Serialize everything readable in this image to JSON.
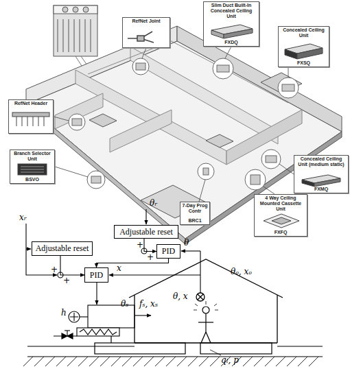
{
  "diagram": {
    "nodes": [
      {
        "text": [
          "RefNet Joint"
        ]
      },
      {
        "text": [
          "Slim Duct Built-In Concealed Ceiling Unit",
          "FXDQ"
        ]
      },
      {
        "text": [
          "Concealed Ceiling Unit",
          "FXSQ"
        ]
      },
      {
        "text": [
          "RefNet Header"
        ]
      },
      {
        "text": [
          "Branch Selector Unit",
          "BSVO"
        ]
      },
      {
        "text": [
          "Concealed Ceiling Unit (medium static)",
          "FXMQ"
        ]
      },
      {
        "text": [
          "4 Way Ceiling Mounted Cassette Unit",
          "FXFQ"
        ]
      },
      {
        "text": [
          "7-Day Prog Contr",
          "BRC1"
        ]
      },
      {
        "text": [
          "Adjustable reset"
        ]
      },
      {
        "text": [
          "Adjustable reset"
        ]
      },
      {
        "text": [
          "PID"
        ]
      },
      {
        "text": [
          "PID"
        ]
      }
    ],
    "edges": [
      {
        "from": 8,
        "to": 10,
        "arrow": "to"
      },
      {
        "from": 9,
        "to": 11,
        "arrow": "to"
      },
      {
        "from": 10,
        "to": 11,
        "arrow": "to"
      }
    ],
    "labels": [
      "θᵣ",
      "xᵣ",
      "θ",
      "x",
      "+",
      "+",
      "+",
      "+",
      "θₒ, xₒ",
      "θₛ",
      "fₛ, xₛ",
      "h",
      "θ, x",
      "qₗ, p"
    ]
  }
}
